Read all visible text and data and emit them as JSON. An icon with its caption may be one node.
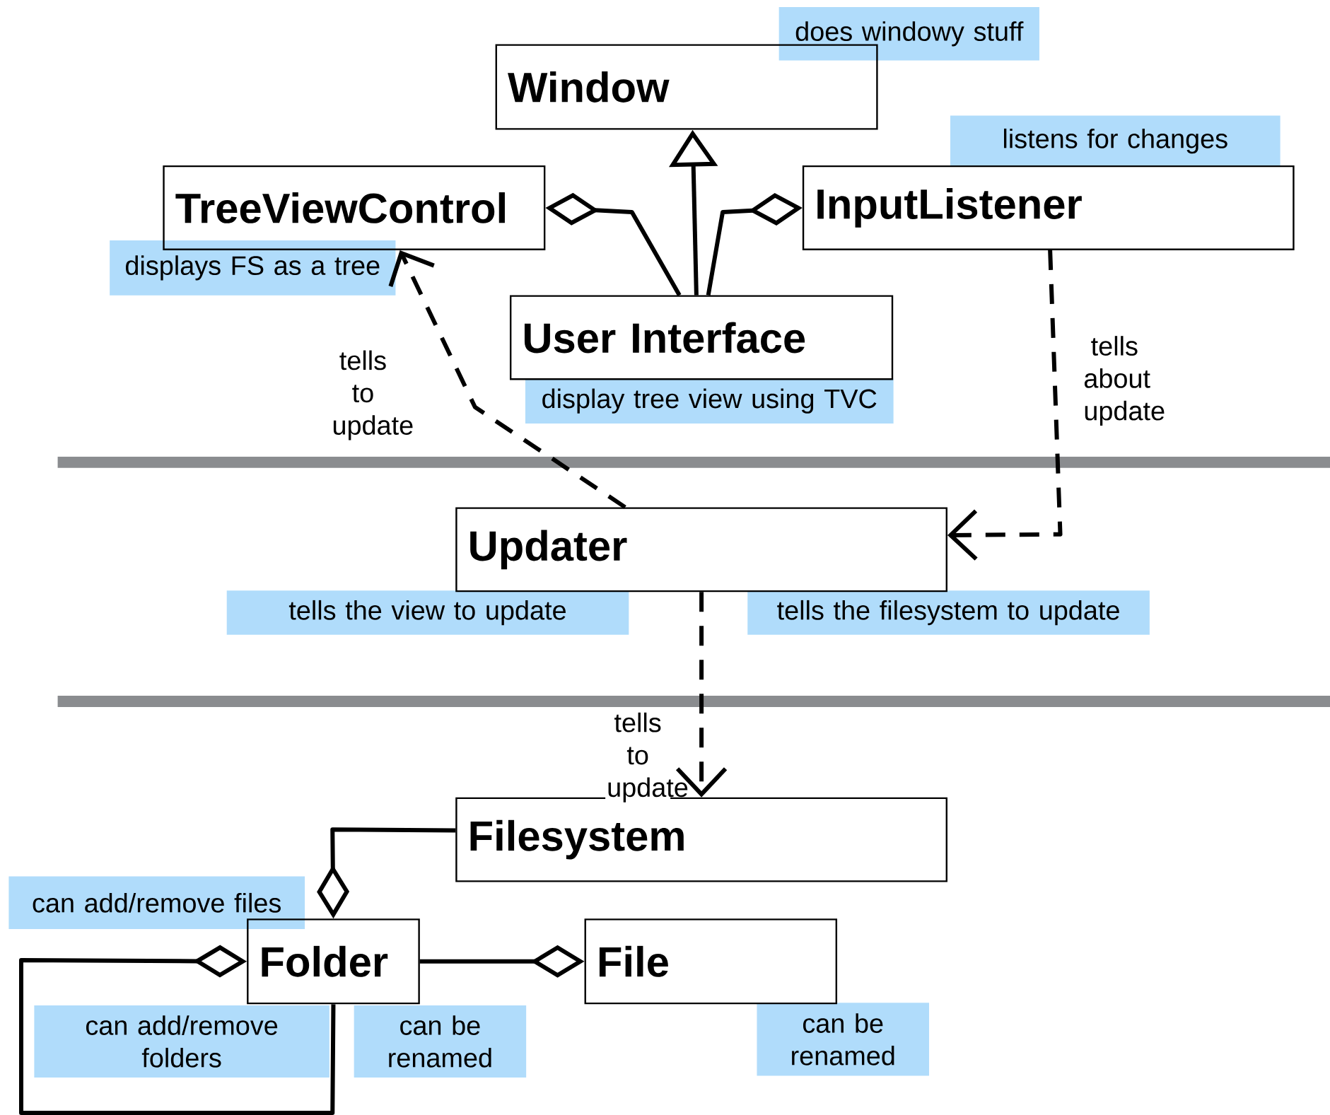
{
  "diagram": {
    "nodes": [
      {
        "text": [
          "Window"
        ],
        "beside": [
          "does windowy stuff"
        ]
      },
      {
        "text": [
          "TreeViewControl"
        ],
        "beside": [
          "displays FS as a tree"
        ]
      },
      {
        "text": [
          "InputListener"
        ],
        "beside": [
          "listens for changes"
        ]
      },
      {
        "text": [
          "User Interface"
        ],
        "beside": [
          "display tree view using TVC"
        ]
      },
      {
        "text": [
          "Updater"
        ],
        "beside": [
          "tells the view to update",
          "tells the filesystem to update"
        ]
      },
      {
        "text": [
          "Filesystem"
        ]
      },
      {
        "text": [
          "Folder"
        ],
        "beside": [
          "can add/remove files",
          "can add/remove folders",
          "can be renamed"
        ]
      },
      {
        "text": [
          "File"
        ],
        "beside": [
          "can be renamed"
        ]
      }
    ],
    "edges": [
      {
        "from": 3,
        "to": 0,
        "arrow": "to"
      },
      {
        "from": 3,
        "to": 1,
        "arrow": "other"
      },
      {
        "from": 3,
        "to": 2,
        "arrow": "other"
      },
      {
        "from": 4,
        "to": 1,
        "arrow": "to",
        "style": "dashed",
        "label": "tells to update"
      },
      {
        "from": 2,
        "to": 4,
        "arrow": "to",
        "style": "dashed",
        "label": "tells about update"
      },
      {
        "from": 4,
        "to": 5,
        "arrow": "to",
        "style": "dashed",
        "label": "tells to update"
      },
      {
        "from": 5,
        "to": 6,
        "arrow": "other"
      },
      {
        "from": 6,
        "to": 7,
        "arrow": "other"
      },
      {
        "from": 6,
        "to": 6,
        "arrow": "other"
      }
    ]
  }
}
